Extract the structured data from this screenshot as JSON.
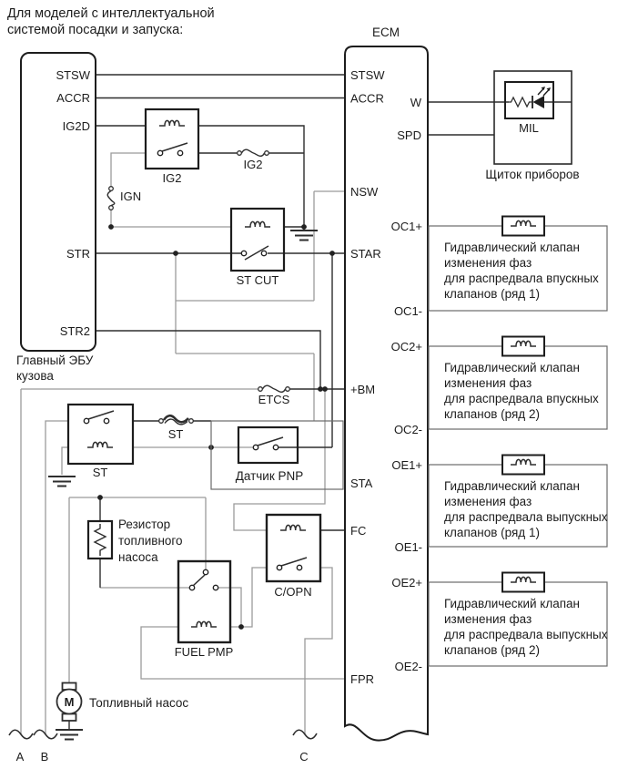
{
  "header": {
    "line1": "Для моделей с интеллектуальной",
    "line2": "системой посадки и запуска:"
  },
  "ecm": {
    "title": "ECM",
    "pins_left": {
      "stsw": "STSW",
      "accr": "ACCR",
      "nsw": "NSW",
      "star": "STAR",
      "bm": "+BM",
      "sta": "STA",
      "fc": "FC",
      "fpr": "FPR"
    },
    "pins_right": {
      "w": "W",
      "spd": "SPD",
      "oc1p": "OC1+",
      "oc1m": "OC1-",
      "oc2p": "OC2+",
      "oc2m": "OC2-",
      "oe1p": "OE1+",
      "oe1m": "OE1-",
      "oe2p": "OE2+",
      "oe2m": "OE2-"
    }
  },
  "body_ecu": {
    "label1": "Главный ЭБУ",
    "label2": "кузова",
    "pins": {
      "stsw": "STSW",
      "accr": "ACCR",
      "ig2d": "IG2D",
      "str": "STR",
      "str2": "STR2"
    }
  },
  "relays": {
    "ig2": "IG2",
    "st_cut": "ST CUT",
    "st": "ST",
    "pnp": "Датчик PNP",
    "fuel_pmp": "FUEL PMP",
    "copn": "C/OPN"
  },
  "fuses": {
    "ign": "IGN",
    "ig2": "IG2",
    "etcs": "ETCS",
    "st": "ST"
  },
  "panel": {
    "label": "Щиток приборов",
    "mil": "MIL"
  },
  "valves": [
    {
      "lines": [
        "Гидравлический клапан",
        "изменения фаз",
        "для распредвала впускных",
        "клапанов (ряд 1)"
      ]
    },
    {
      "lines": [
        "Гидравлический клапан",
        "изменения фаз",
        "для распредвала впускных",
        "клапанов (ряд 2)"
      ]
    },
    {
      "lines": [
        "Гидравлический клапан",
        "изменения фаз",
        "для распредвала выпускных",
        "клапанов (ряд 1)"
      ]
    },
    {
      "lines": [
        "Гидравлический клапан",
        "изменения фаз",
        "для распредвала выпускных",
        "клапанов (ряд 2)"
      ]
    }
  ],
  "fuel": {
    "resistor1": "Резистор",
    "resistor2": "топливного",
    "resistor3": "насоса",
    "pump": "Топливный насос",
    "motor": "M"
  },
  "connectors": {
    "a": "А",
    "b": "В",
    "c": "С"
  },
  "colors": {
    "wire_dark": "#2e2e2e",
    "wire_gray": "#9b9b9b",
    "box": "#1d1d1d"
  }
}
